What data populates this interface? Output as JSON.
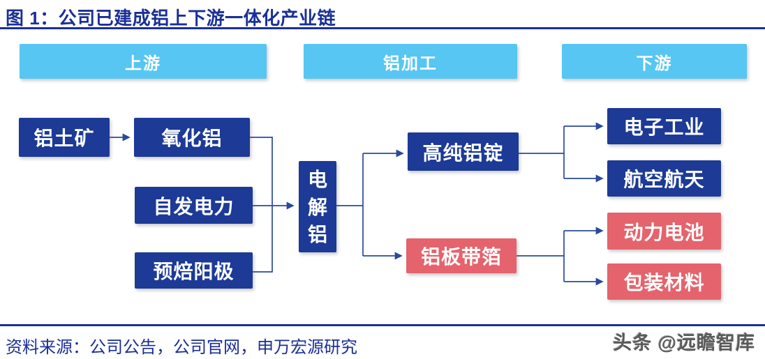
{
  "title": "图 1：公司已建成铝上下游一体化产业链",
  "headers": {
    "upstream": "上游",
    "processing": "铝加工",
    "downstream": "下游"
  },
  "nodes": {
    "bauxite": "铝土矿",
    "alumina": "氧化铝",
    "self_power": "自发电力",
    "prebaked_anode": "预焙阳极",
    "electrolytic_aluminum": "电解铝",
    "high_purity_ingot": "高纯铝锭",
    "sheet_strip_foil": "铝板带箔",
    "electronics_industry": "电子工业",
    "aerospace": "航空航天",
    "power_battery": "动力电池",
    "packaging_materials": "包装材料"
  },
  "flow": [
    {
      "from": "铝土矿",
      "to": "氧化铝"
    },
    {
      "from": "氧化铝",
      "to": "电解铝"
    },
    {
      "from": "自发电力",
      "to": "电解铝"
    },
    {
      "from": "预焙阳极",
      "to": "电解铝"
    },
    {
      "from": "电解铝",
      "to": "高纯铝锭"
    },
    {
      "from": "电解铝",
      "to": "铝板带箔"
    },
    {
      "from": "高纯铝锭",
      "to": "电子工业"
    },
    {
      "from": "高纯铝锭",
      "to": "航空航天"
    },
    {
      "from": "铝板带箔",
      "to": "动力电池"
    },
    {
      "from": "铝板带箔",
      "to": "包装材料"
    }
  ],
  "source_note": "资料来源：公司公告，公司官网，申万宏源研究",
  "watermark": "头条 @远瞻智库",
  "colors": {
    "navy_box": "#1c3a96",
    "light_blue_header": "#57c6f2",
    "red_box": "#e5636c",
    "title_text": "#1a2f96",
    "connector": "#2a4a9e"
  }
}
